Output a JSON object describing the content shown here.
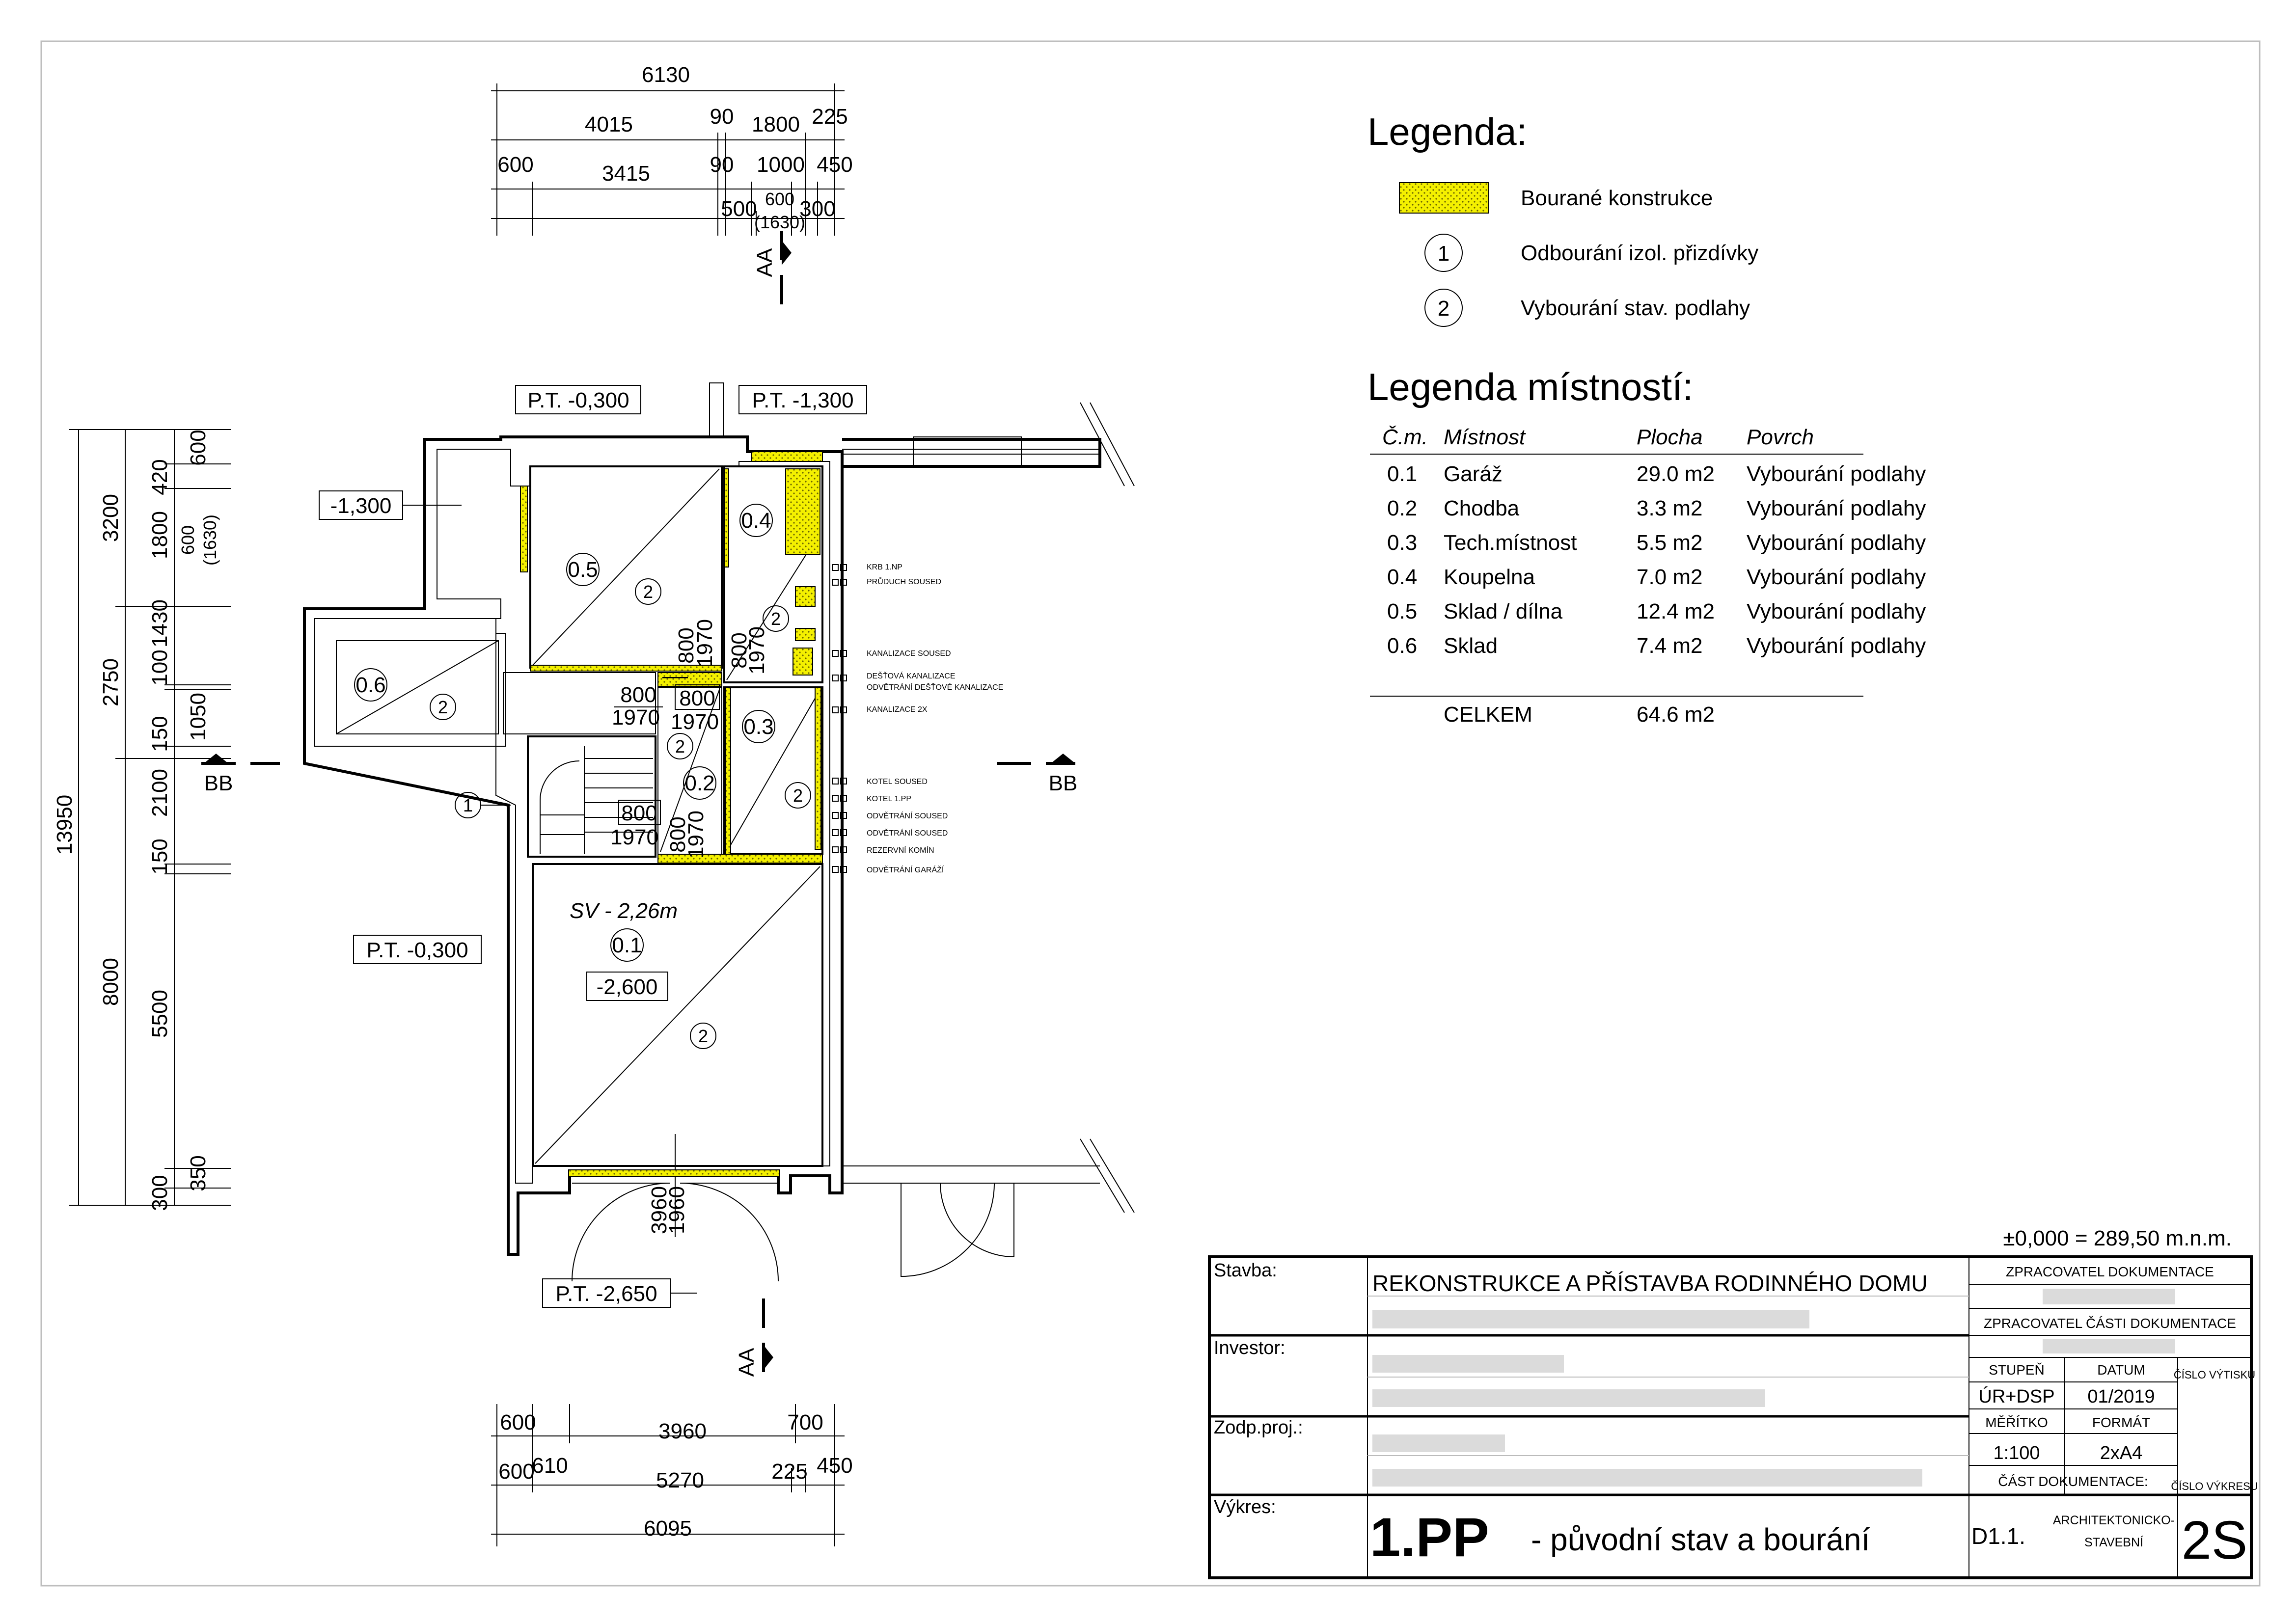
{
  "legend": {
    "title": "Legenda:",
    "items": [
      {
        "symbol": "",
        "label": "Bourané konstrukce"
      },
      {
        "symbol": "1",
        "label": "Odbourání izol. přizdívky"
      },
      {
        "symbol": "2",
        "label": "Vybourání stav. podlahy"
      }
    ],
    "demolition_color": "#f4f000"
  },
  "rooms_legend": {
    "title": "Legenda místností:",
    "headers": [
      "Č.m.",
      "Místnost",
      "Plocha",
      "Povrch"
    ],
    "rows": [
      [
        "0.1",
        "Garáž",
        "29.0 m2",
        "Vybourání podlahy"
      ],
      [
        "0.2",
        "Chodba",
        "3.3 m2",
        "Vybourání podlahy"
      ],
      [
        "0.3",
        "Tech.místnost",
        "5.5 m2",
        "Vybourání podlahy"
      ],
      [
        "0.4",
        "Koupelna",
        "7.0 m2",
        "Vybourání podlahy"
      ],
      [
        "0.5",
        "Sklad / dílna",
        "12.4 m2",
        "Vybourání podlahy"
      ],
      [
        "0.6",
        "Sklad",
        "7.4 m2",
        "Vybourání podlahy"
      ]
    ],
    "total_label": "CELKEM",
    "total_value": "64.6 m2"
  },
  "plan": {
    "top_dims": {
      "row1": [
        "6130"
      ],
      "row2": [
        "4015",
        "90",
        "1800",
        "225"
      ],
      "row3": [
        "600",
        "3415",
        "90",
        "1000",
        "450"
      ],
      "row4": [
        "500",
        "600",
        "(1630)",
        "300"
      ]
    },
    "bottom_dims": {
      "row1": [
        "600",
        "3960",
        "700"
      ],
      "row2": [
        "600",
        "610",
        "5270",
        "225",
        "450"
      ],
      "row3": [
        "6095"
      ]
    },
    "left_dims": {
      "outer": [
        "13950"
      ],
      "mid": [
        "3200",
        "2750",
        "8000"
      ],
      "inner": [
        "600",
        "420",
        "1800",
        "1430",
        "100",
        "1050",
        "150",
        "2100",
        "150",
        "5500",
        "350",
        "300"
      ],
      "inner_note": [
        "600",
        "(1630)"
      ]
    },
    "sections": {
      "aa": "AA",
      "bb": "BB"
    },
    "levels": {
      "pt_top_left": "P.T. -0,300",
      "pt_top_right": "P.T. -1,300",
      "level_left": "-1,300",
      "pt_left": "P.T. -0,300",
      "pt_bottom": "P.T. -2,650",
      "garage_level": "-2,600"
    },
    "garage_sv": "SV - 2,26m",
    "room_tags": [
      "0.1",
      "0.2",
      "0.3",
      "0.4",
      "0.5",
      "0.6"
    ],
    "marker_1": "1",
    "marker_2": "2",
    "doors": {
      "d1_w": "800",
      "d1_h": "1970",
      "d2_w": "800",
      "d2_h": "1970",
      "d3_w": "800",
      "d3_h": "1970",
      "d4_w": "800",
      "d4_h": "1970",
      "d5_w": "800",
      "d5_h": "1970",
      "garage_w": "3960",
      "garage_h": "1960"
    },
    "notes": [
      "KRB 1.NP",
      "PRŮDUCH SOUSED",
      "KANALIZACE SOUSED",
      "DEŠŤOVÁ KANALIZACE",
      "ODVĚTRÁNÍ DEŠŤOVÉ KANALIZACE",
      "KANALIZACE 2X",
      "KOTEL SOUSED",
      "KOTEL 1.PP",
      "ODVĚTRÁNÍ SOUSED",
      "ODVĚTRÁNÍ SOUSED",
      "REZERVNÍ KOMÍN",
      "ODVĚTRÁNÍ GARÁŽÍ"
    ]
  },
  "elevation_note": "±0,000 = 289,50 m.n.m.",
  "title_block": {
    "stavba_label": "Stavba:",
    "stavba": "REKONSTRUKCE A PŘÍSTAVBA RODINNÉHO DOMU",
    "investor_label": "Investor:",
    "zodp_label": "Zodp.proj.:",
    "vykres_label": "Výkres:",
    "vykres_main": "1.PP",
    "vykres_sub": "- původní stav a bourání",
    "zpracovatel": "ZPRACOVATEL DOKUMENTACE",
    "zpracovatel_casti": "ZPRACOVATEL ČÁSTI DOKUMENTACE",
    "stupen_label": "STUPEŇ",
    "datum_label": "DATUM",
    "cislo_vytisku_label": "ČÍSLO VÝTISKU",
    "stupen": "ÚR+DSP",
    "datum": "01/2019",
    "meritko_label": "MĚŘÍTKO",
    "format_label": "FORMÁT",
    "meritko": "1:100",
    "format": "2xA4",
    "cast_label": "ČÁST DOKUMENTACE:",
    "cislo_vykresu_label": "ČÍSLO VÝKRESU",
    "cast_code": "D1.1.",
    "cast_name_1": "ARCHITEKTONICKO-",
    "cast_name_2": "STAVEBNÍ",
    "cislo_vykresu": "2S"
  }
}
